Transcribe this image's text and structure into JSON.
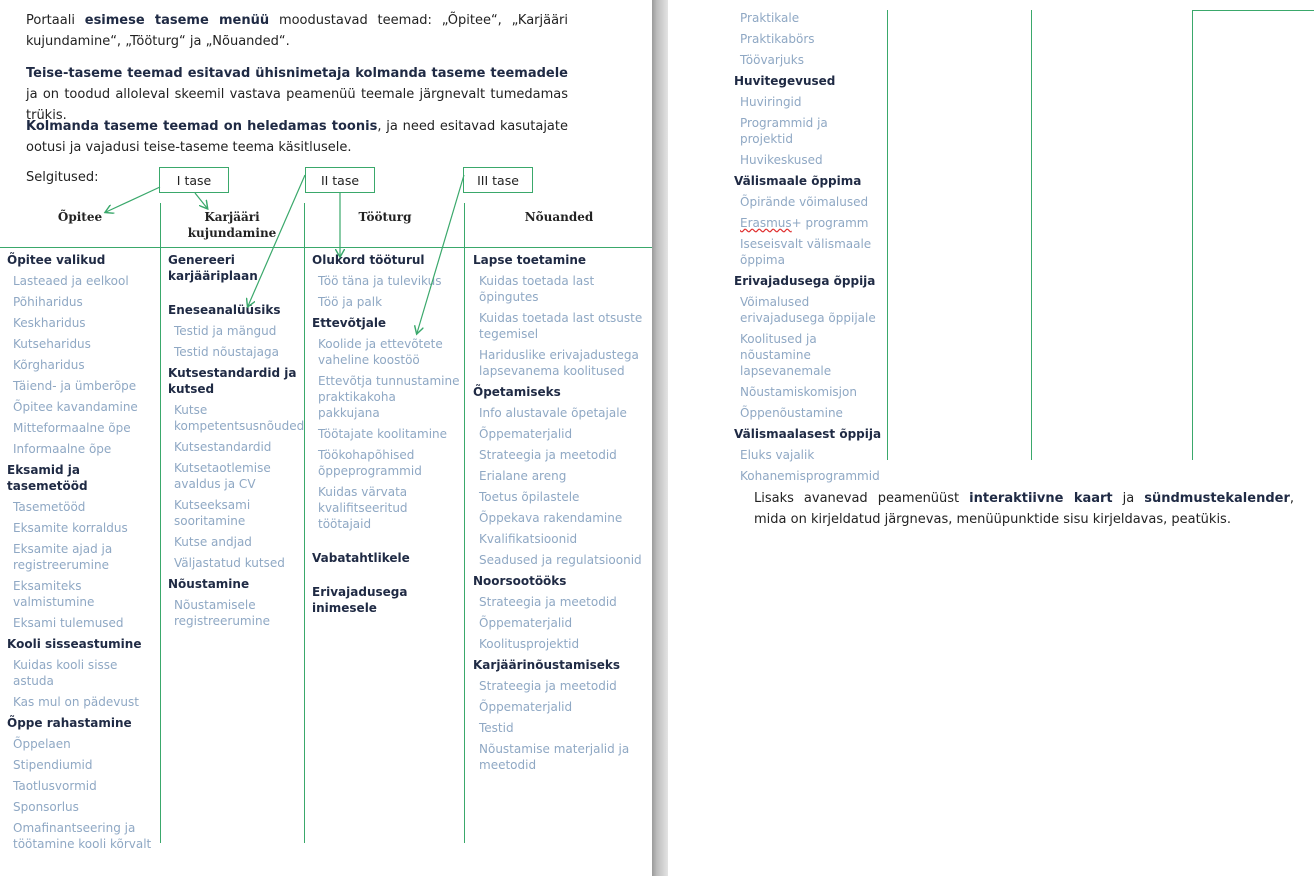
{
  "intro": {
    "p1": [
      "Portaali ",
      "esimese taseme menüü",
      " moodustavad teemad: „Õpitee“, „Karjääri kujundamine“, „Tööturg“ ja „Nõuanded“."
    ],
    "p2": [
      "Teise-taseme teemad esitavad ühisnimetaja kolmanda taseme teemadele",
      " ja on toodud alloleval skeemil vastava peamenüü teemale järgnevalt tumedamas trükis."
    ],
    "p3": [
      "Kolmanda taseme teemad on heledamas toonis",
      ", ja need esitavad kasutajate ootusi ja vajadusi teise-taseme teema käsitlusele."
    ]
  },
  "legend": {
    "label": "Selgitused:",
    "boxes": [
      "I tase",
      "II tase",
      "III tase"
    ]
  },
  "columns": {
    "headers": [
      "Õpitee",
      "Karjääri kujundamine",
      "Tööturg",
      "Nõuanded"
    ],
    "opitee": [
      {
        "level": 2,
        "text": "Õpitee valikud"
      },
      {
        "level": 3,
        "text": "Lasteaed ja eelkool"
      },
      {
        "level": 3,
        "text": "Põhiharidus"
      },
      {
        "level": 3,
        "text": "Keskharidus"
      },
      {
        "level": 3,
        "text": "Kutseharidus"
      },
      {
        "level": 3,
        "text": "Kõrgharidus"
      },
      {
        "level": 3,
        "text": "Täiend- ja ümberõpe"
      },
      {
        "level": 3,
        "text": "Õpitee kavandamine"
      },
      {
        "level": 3,
        "text": "Mitteformaalne õpe"
      },
      {
        "level": 3,
        "text": "Informaalne õpe"
      },
      {
        "level": 2,
        "text": "Eksamid ja tasemetööd"
      },
      {
        "level": 3,
        "text": "Tasemetööd"
      },
      {
        "level": 3,
        "text": "Eksamite korraldus"
      },
      {
        "level": 3,
        "text": "Eksamite ajad ja registreerumine"
      },
      {
        "level": 3,
        "text": "Eksamiteks valmistumine"
      },
      {
        "level": 3,
        "text": "Eksami tulemused"
      },
      {
        "level": 2,
        "text": "Kooli sisseastumine"
      },
      {
        "level": 3,
        "text": "Kuidas kooli sisse astuda"
      },
      {
        "level": 3,
        "text": "Kas mul on pädevust"
      },
      {
        "level": 2,
        "text": "Õppe rahastamine"
      },
      {
        "level": 3,
        "text": "Õppelaen"
      },
      {
        "level": 3,
        "text": "Stipendiumid"
      },
      {
        "level": 3,
        "text": "Taotlusvormid"
      },
      {
        "level": 3,
        "text": "Sponsorlus"
      },
      {
        "level": 3,
        "text": "Omafinantseering ja töötamine kooli kõrvalt"
      }
    ],
    "karjaar": [
      {
        "level": 2,
        "text": "Genereeri karjääriplaan"
      },
      {
        "level": 2,
        "text": "Eneseanalüüsiks",
        "gap": true
      },
      {
        "level": 3,
        "text": "Testid ja mängud"
      },
      {
        "level": 3,
        "text": "Testid nõustajaga"
      },
      {
        "level": 2,
        "text": "Kutsestandardid ja kutsed"
      },
      {
        "level": 3,
        "text": "Kutse kompetentsusnõuded"
      },
      {
        "level": 3,
        "text": "Kutsestandardid"
      },
      {
        "level": 3,
        "text": "Kutsetaotlemise avaldus ja CV"
      },
      {
        "level": 3,
        "text": "Kutseeksami sooritamine"
      },
      {
        "level": 3,
        "text": "Kutse andjad"
      },
      {
        "level": 3,
        "text": "Väljastatud kutsed"
      },
      {
        "level": 2,
        "text": "Nõustamine"
      },
      {
        "level": 3,
        "text": "Nõustamisele registreerumine"
      }
    ],
    "tooturg": [
      {
        "level": 2,
        "text": "Olukord tööturul"
      },
      {
        "level": 3,
        "text": "Töö täna ja tulevikus"
      },
      {
        "level": 3,
        "text": "Töö ja palk"
      },
      {
        "level": 2,
        "text": "Ettevõtjale"
      },
      {
        "level": 3,
        "text": "Koolide ja ettevõtete vaheline koostöö"
      },
      {
        "level": 3,
        "text": "Ettevõtja tunnustamine praktikakoha pakkujana"
      },
      {
        "level": 3,
        "text": "Töötajate koolitamine"
      },
      {
        "level": 3,
        "text": "Töökohapõhised õppeprogrammid"
      },
      {
        "level": 3,
        "text": "Kuidas värvata kvalifitseeritud töötajaid"
      },
      {
        "level": 2,
        "text": "Vabatahtlikele",
        "gap": true
      },
      {
        "level": 2,
        "text": "Erivajadusega inimesele",
        "gap": true
      }
    ],
    "nouanded": [
      {
        "level": 2,
        "text": "Lapse toetamine"
      },
      {
        "level": 3,
        "text": "Kuidas toetada last õpingutes"
      },
      {
        "level": 3,
        "text": "Kuidas toetada last otsuste tegemisel"
      },
      {
        "level": 3,
        "text": "Hariduslike erivajadustega lapsevanema koolitused"
      },
      {
        "level": 2,
        "text": "Õpetamiseks"
      },
      {
        "level": 3,
        "text": "Info alustavale õpetajale"
      },
      {
        "level": 3,
        "text": "Õppematerjalid"
      },
      {
        "level": 3,
        "text": "Strateegia ja meetodid"
      },
      {
        "level": 3,
        "text": "Erialane areng"
      },
      {
        "level": 3,
        "text": "Toetus õpilastele"
      },
      {
        "level": 3,
        "text": "Õppekava rakendamine"
      },
      {
        "level": 3,
        "text": "Kvalifikatsioonid"
      },
      {
        "level": 3,
        "text": "Seadused ja regulatsioonid"
      },
      {
        "level": 2,
        "text": "Noorsootööks"
      },
      {
        "level": 3,
        "text": "Strateegia ja meetodid"
      },
      {
        "level": 3,
        "text": "Õppematerjalid"
      },
      {
        "level": 3,
        "text": "Koolitusprojektid"
      },
      {
        "level": 2,
        "text": "Karjäärinõustamiseks"
      },
      {
        "level": 3,
        "text": "Strateegia ja meetodid"
      },
      {
        "level": 3,
        "text": "Õppematerjalid"
      },
      {
        "level": 3,
        "text": "Testid"
      },
      {
        "level": 3,
        "text": "Nõustamise materjalid ja meetodid"
      }
    ],
    "right_cont": [
      {
        "level": 3,
        "text": "Praktikale"
      },
      {
        "level": 3,
        "text": "Praktikabörs"
      },
      {
        "level": 3,
        "text": "Töövarjuks"
      },
      {
        "level": 2,
        "text": "Huvitegevused"
      },
      {
        "level": 3,
        "text": "Huviringid"
      },
      {
        "level": 3,
        "text": "Programmid ja projektid"
      },
      {
        "level": 3,
        "text": "Huvikeskused"
      },
      {
        "level": 2,
        "text": "Välismaale õppima"
      },
      {
        "level": 3,
        "text": "Õpirände võimalused"
      },
      {
        "level": 3,
        "text": "Erasmus+ programm",
        "err": "Erasmus"
      },
      {
        "level": 3,
        "text": "Iseseisvalt välismaale õppima"
      },
      {
        "level": 2,
        "text": "Erivajadusega õppija"
      },
      {
        "level": 3,
        "text": "Võimalused erivajadusega õppijale"
      },
      {
        "level": 3,
        "text": "Koolitused ja nõustamine lapsevanemale"
      },
      {
        "level": 3,
        "text": "Nõustamiskomisjon"
      },
      {
        "level": 3,
        "text": "Õppenõustamine"
      },
      {
        "level": 2,
        "text": "Välismaalasest õppija"
      },
      {
        "level": 3,
        "text": "Eluks vajalik"
      },
      {
        "level": 3,
        "text": "Kohanemisprogrammid"
      }
    ]
  },
  "closing": [
    "Lisaks avanevad peamenüüst ",
    "interaktiivne kaart",
    " ja ",
    "sündmustekalender",
    ", mida on kirjeldatud järgnevas, menüüpunktide sisu kirjeldavas, peatükis."
  ],
  "colors": {
    "accent_line": "#3aa86b",
    "tier2_text": "#1f2a44",
    "tier3_text": "#8fa8c4"
  }
}
